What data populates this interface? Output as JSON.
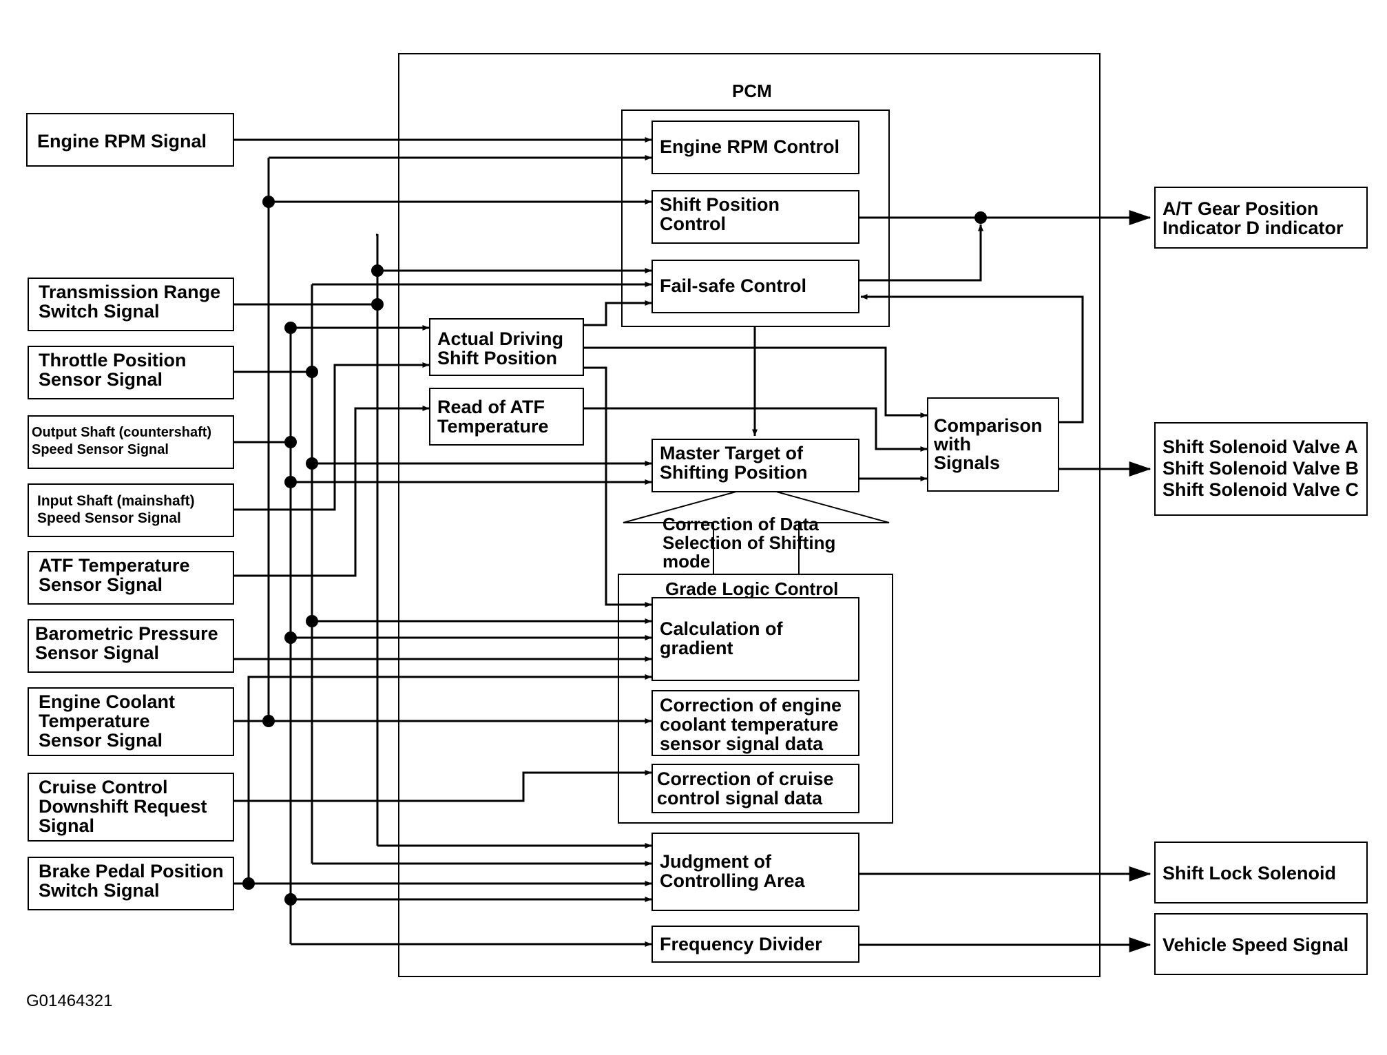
{
  "pcm_title": "PCM",
  "figure_code": "G01464321",
  "inputs": {
    "engine_rpm": [
      "Engine RPM Signal"
    ],
    "transmission_range": [
      "Transmission Range",
      "Switch Signal"
    ],
    "throttle_position": [
      "Throttle Position",
      "Sensor Signal"
    ],
    "output_shaft": [
      "Output Shaft (countershaft)",
      "Speed Sensor Signal"
    ],
    "input_shaft": [
      "Input Shaft (mainshaft)",
      "Speed Sensor Signal"
    ],
    "atf_temperature": [
      "ATF Temperature",
      "Sensor Signal"
    ],
    "barometric_pressure": [
      "Barometric Pressure",
      "Sensor Signal"
    ],
    "engine_coolant": [
      "Engine Coolant",
      "Temperature",
      "Sensor Signal"
    ],
    "cruise_control": [
      "Cruise Control",
      "Downshift Request",
      "Signal"
    ],
    "brake_pedal": [
      "Brake Pedal Position",
      "Switch Signal"
    ]
  },
  "pcm_blocks": {
    "engine_rpm_control": [
      "Engine RPM Control"
    ],
    "shift_position_control": [
      "Shift Position",
      "Control"
    ],
    "fail_safe_control": [
      "Fail-safe Control"
    ],
    "actual_driving_shift_position": [
      "Actual Driving",
      "Shift Position"
    ],
    "read_atf_temperature": [
      "Read of ATF",
      "Temperature"
    ],
    "master_target": [
      "Master Target of",
      "Shifting Position"
    ],
    "comparison_with_signals": [
      "Comparison",
      "with",
      "Signals"
    ],
    "correction_note": [
      "Correction of Data",
      "Selection of Shifting",
      "mode"
    ],
    "grade_logic_title": "Grade Logic Control",
    "calculation_of_gradient": [
      "Calculation of",
      "gradient"
    ],
    "correction_engine_coolant": [
      "Correction of engine",
      "coolant temperature",
      "sensor signal data"
    ],
    "correction_cruise": [
      "Correction of cruise",
      "control signal data"
    ],
    "judgment_controlling_area": [
      "Judgment of",
      "Controlling Area"
    ],
    "frequency_divider": [
      "Frequency Divider"
    ]
  },
  "outputs": {
    "gear_position_indicator": [
      "A/T Gear Position",
      "Indicator D indicator"
    ],
    "shift_solenoids": [
      "Shift Solenoid Valve A",
      "Shift Solenoid Valve B",
      "Shift Solenoid Valve C"
    ],
    "shift_lock_solenoid": [
      "Shift Lock Solenoid"
    ],
    "vehicle_speed_signal": [
      "Vehicle Speed Signal"
    ]
  }
}
